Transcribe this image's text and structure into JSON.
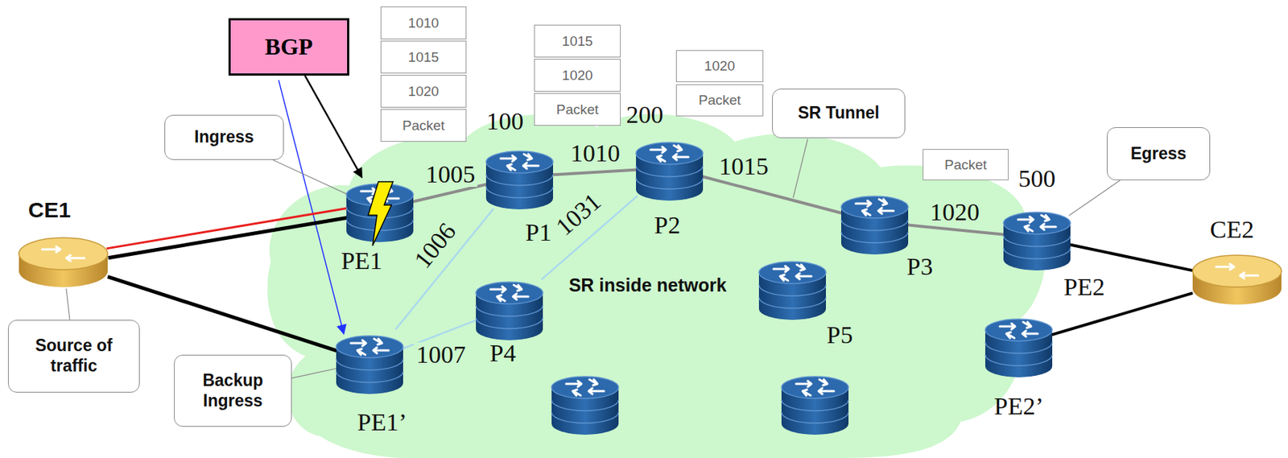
{
  "diagram": {
    "nodes": [
      {
        "text": [
          "BGP"
        ]
      },
      {
        "text": [
          "1010"
        ]
      },
      {
        "text": [
          "1015"
        ]
      },
      {
        "text": [
          "1020"
        ]
      },
      {
        "text": [
          "Packet"
        ]
      },
      {
        "text": [
          "1015"
        ]
      },
      {
        "text": [
          "1020"
        ]
      },
      {
        "text": [
          "Packet"
        ]
      },
      {
        "text": [
          "1020"
        ]
      },
      {
        "text": [
          "Packet"
        ]
      },
      {
        "text": [
          "SR Tunnel"
        ]
      },
      {
        "text": [
          "Ingress"
        ]
      },
      {
        "text": [
          "Egress"
        ]
      },
      {
        "text": [
          "CE1"
        ]
      },
      {
        "text": [
          "PE1"
        ]
      },
      {
        "text": [
          "100",
          "P1"
        ]
      },
      {
        "text": [
          "200",
          "P2"
        ]
      },
      {
        "text": [
          "P3"
        ]
      },
      {
        "text": [
          "Packet"
        ]
      },
      {
        "text": [
          "500",
          "PE2"
        ]
      },
      {
        "text": [
          "CE2"
        ]
      },
      {
        "text": [
          "Source of traffic"
        ]
      },
      {
        "text": [
          "Backup Ingress"
        ]
      },
      {
        "text": [
          "PE1’"
        ]
      },
      {
        "text": [
          "P4"
        ]
      },
      {
        "text": [
          "P5"
        ]
      },
      {
        "text": [
          "PE2’"
        ]
      }
    ],
    "edges": [
      {
        "from": 0,
        "to": 14,
        "arrow": "to"
      },
      {
        "from": 0,
        "to": 23,
        "arrow": "to"
      },
      {
        "from": 13,
        "to": 14,
        "arrow": "none"
      },
      {
        "from": 13,
        "to": 14,
        "arrow": "none"
      },
      {
        "from": 13,
        "to": 23,
        "arrow": "none"
      },
      {
        "from": 14,
        "to": 15,
        "label": "1005",
        "arrow": "none"
      },
      {
        "from": 15,
        "to": 16,
        "label": "1010",
        "arrow": "none"
      },
      {
        "from": 16,
        "to": 17,
        "label": "1015",
        "arrow": "none"
      },
      {
        "from": 17,
        "to": 19,
        "label": "1020",
        "arrow": "none"
      },
      {
        "from": 23,
        "to": 15,
        "label": "1006",
        "arrow": "none"
      },
      {
        "from": 24,
        "to": 16,
        "label": "1031",
        "arrow": "none"
      },
      {
        "from": 23,
        "to": 24,
        "label": "1007",
        "arrow": "none"
      },
      {
        "from": 19,
        "to": 20,
        "arrow": "none"
      },
      {
        "from": 26,
        "to": 20,
        "arrow": "none"
      },
      {
        "from": 11,
        "to": 14,
        "arrow": "none"
      },
      {
        "from": 22,
        "to": 23,
        "arrow": "none"
      },
      {
        "from": 21,
        "to": 13,
        "arrow": "none"
      },
      {
        "from": 12,
        "to": 19,
        "arrow": "none"
      }
    ],
    "labels": [
      "SR inside network"
    ]
  }
}
